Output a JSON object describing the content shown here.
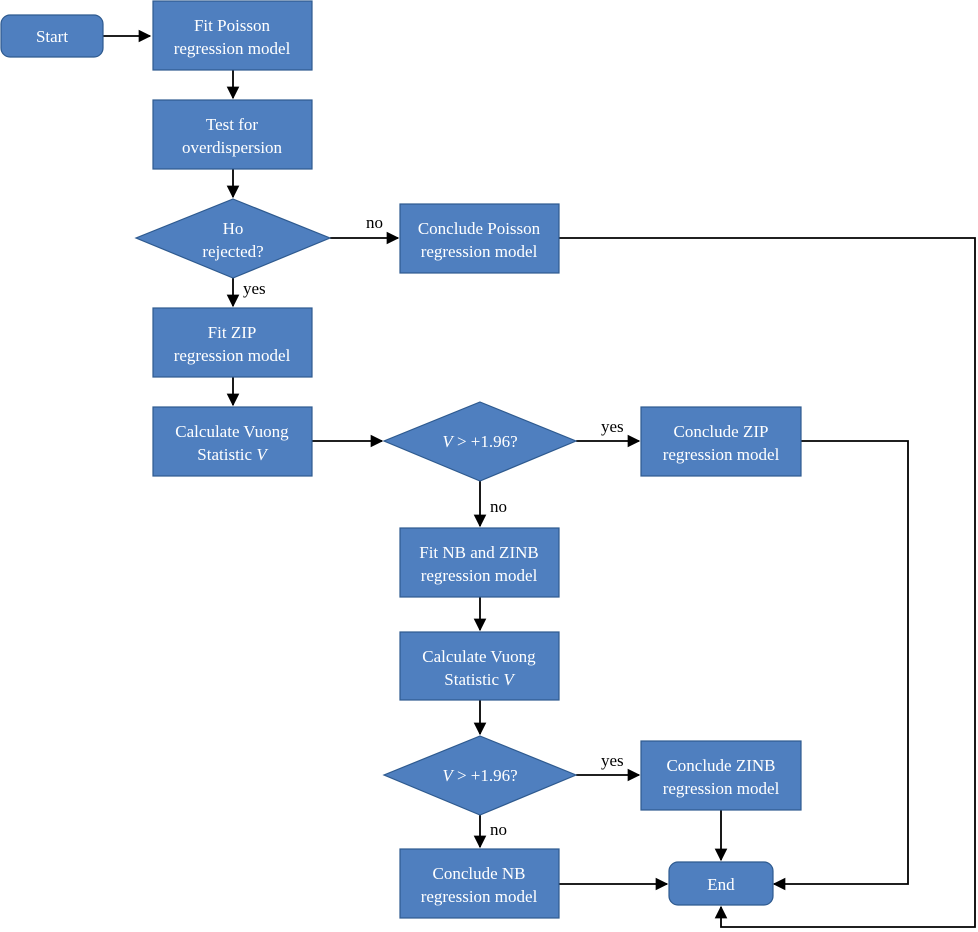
{
  "colors": {
    "node_fill": "#4f7fbf",
    "node_stroke": "#2e5a8f",
    "edge": "#000000",
    "text": "#ffffff"
  },
  "nodes": {
    "start": {
      "label": "Start"
    },
    "fit_poisson": {
      "line1": "Fit Poisson",
      "line2": "regression model"
    },
    "test_over": {
      "line1": "Test for",
      "line2": "overdispersion"
    },
    "ho_rejected": {
      "line1": "Ho",
      "line2": "rejected?"
    },
    "conclude_poisson": {
      "line1": "Conclude Poisson",
      "line2": "regression model"
    },
    "fit_zip": {
      "line1": "Fit ZIP",
      "line2": "regression model"
    },
    "calc_vuong_1": {
      "line1": "Calculate Vuong",
      "line2a": "Statistic ",
      "line2b": "V"
    },
    "decision_1": {
      "var": "V",
      "rest": " > +1.96?"
    },
    "conclude_zip": {
      "line1": "Conclude ZIP",
      "line2": "regression model"
    },
    "fit_nb_zinb": {
      "line1": "Fit NB and ZINB",
      "line2": "regression model"
    },
    "calc_vuong_2": {
      "line1": "Calculate Vuong",
      "line2a": "Statistic ",
      "line2b": "V"
    },
    "decision_2": {
      "var": "V",
      "rest": " > +1.96?"
    },
    "conclude_zinb": {
      "line1": "Conclude ZINB",
      "line2": "regression model"
    },
    "conclude_nb": {
      "line1": "Conclude NB",
      "line2": "regression model"
    },
    "end": {
      "label": "End"
    }
  },
  "edge_labels": {
    "ho_no": "no",
    "ho_yes": "yes",
    "d1_yes": "yes",
    "d1_no": "no",
    "d2_yes": "yes",
    "d2_no": "no"
  }
}
